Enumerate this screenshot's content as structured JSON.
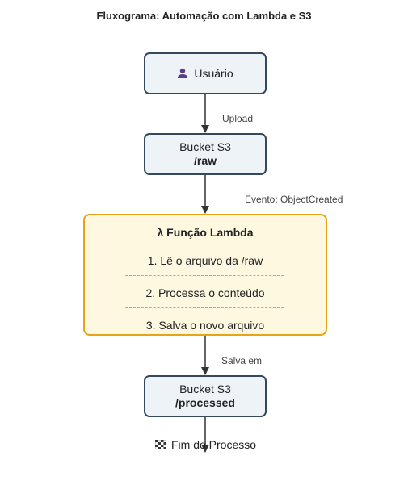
{
  "title": "Fluxograma: Automação com Lambda e S3",
  "nodes": {
    "user": {
      "label": "Usuário",
      "icon": "user-icon"
    },
    "bucket_raw": {
      "line1": "Bucket S3",
      "line2": "/raw"
    },
    "lambda": {
      "title": "λ Função Lambda",
      "steps": [
        "1. Lê o arquivo da /raw",
        "2. Processa o conteúdo",
        "3. Salva o novo arquivo"
      ]
    },
    "bucket_processed": {
      "line1": "Bucket S3",
      "line2": "/processed"
    },
    "end": {
      "label": "Fim do Processo",
      "icon": "checkered-flag-icon"
    }
  },
  "edges": {
    "upload": "Upload",
    "event": "Evento: ObjectCreated",
    "saved": "Salva em"
  },
  "colors": {
    "node_fill": "#eef3f8",
    "node_border": "#35495e",
    "lambda_fill": "#fff8e1",
    "lambda_border": "#e8a317",
    "arrow": "#333333"
  }
}
